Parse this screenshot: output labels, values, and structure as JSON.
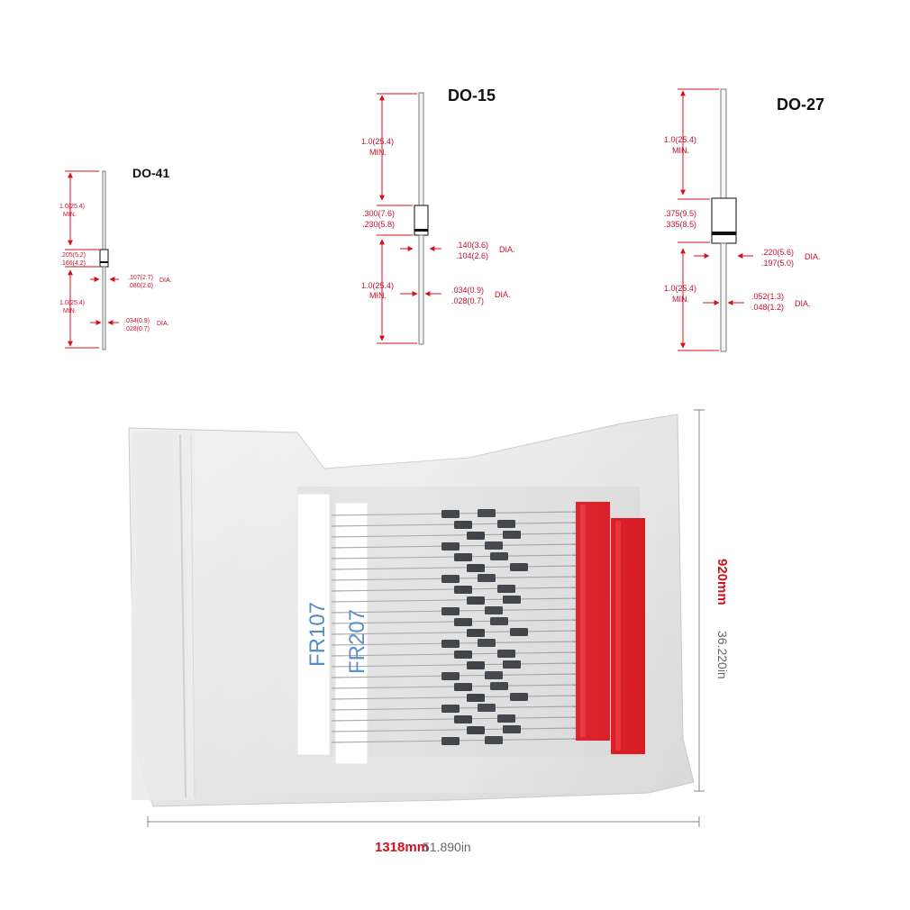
{
  "packages": [
    {
      "id": "do41",
      "title": "DO-41",
      "lead_length_top": [
        "1.0(25.4)",
        "MIN."
      ],
      "body_length": [
        ".205(5.2)",
        ".166(4.2)"
      ],
      "body_dia": [
        ".107(2.7)",
        ".080(2.0)"
      ],
      "lead_length_bottom": [
        "1.0(25.4)",
        "MIN."
      ],
      "lead_dia": [
        ".034(0.9)",
        ".028(0.7)"
      ],
      "dia_label": "DIA."
    },
    {
      "id": "do15",
      "title": "DO-15",
      "lead_length_top": [
        "1.0(25.4)",
        "MIN."
      ],
      "body_length": [
        ".300(7.6)",
        ".230(5.8)"
      ],
      "body_dia": [
        ".140(3.6)",
        ".104(2.6)"
      ],
      "lead_length_bottom": [
        "1.0(25.4)",
        "MIN."
      ],
      "lead_dia": [
        ".034(0.9)",
        ".028(0.7)"
      ],
      "dia_label": "DIA."
    },
    {
      "id": "do27",
      "title": "DO-27",
      "lead_length_top": [
        "1.0(25.4)",
        "MIN."
      ],
      "body_length": [
        ".375(9.5)",
        ".335(8.5)"
      ],
      "body_dia": [
        ".220(5.6)",
        ".197(5.0)"
      ],
      "lead_length_bottom": [
        "1.0(25.4)",
        "MIN."
      ],
      "lead_dia": [
        ".052(1.3)",
        ".048(1.2)"
      ],
      "dia_label": "DIA."
    }
  ],
  "photo": {
    "left_label": "FR107",
    "right_label": "FR207",
    "width": {
      "mm": "1318mm",
      "in": "51.890in"
    },
    "height": {
      "mm": "920mm",
      "in": "36.220in"
    }
  },
  "colors": {
    "dimension_red": "#c8102e",
    "tape_red": "#d8141e",
    "label_blue": "#3b7bc4"
  }
}
